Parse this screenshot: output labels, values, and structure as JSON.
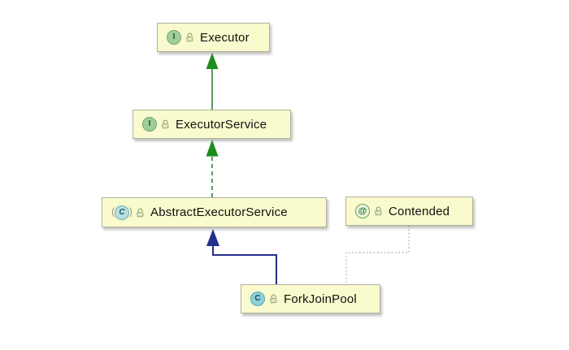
{
  "diagram": {
    "nodes": [
      {
        "label": "Executor",
        "kind": "interface",
        "badge": "I"
      },
      {
        "label": "ExecutorService",
        "kind": "interface",
        "badge": "I"
      },
      {
        "label": "AbstractExecutorService",
        "kind": "abstract-class",
        "badge": "C"
      },
      {
        "label": "Contended",
        "kind": "annotation",
        "badge": "@"
      },
      {
        "label": "ForkJoinPool",
        "kind": "class",
        "badge": "C"
      }
    ],
    "edges": [
      {
        "from": "ExecutorService",
        "to": "Executor",
        "type": "extends-interface"
      },
      {
        "from": "AbstractExecutorService",
        "to": "ExecutorService",
        "type": "implements"
      },
      {
        "from": "ForkJoinPool",
        "to": "AbstractExecutorService",
        "type": "extends-class"
      },
      {
        "from": "ForkJoinPool",
        "to": "Contended",
        "type": "annotation-dependency"
      }
    ],
    "colors": {
      "node_fill": "#f9facd",
      "node_border": "#b2b29b",
      "green_line": "#5d9a5d",
      "green_arrow": "#1d8c1d",
      "navy_line": "#252f8c",
      "dotted_gray": "#b3b3a6"
    }
  }
}
